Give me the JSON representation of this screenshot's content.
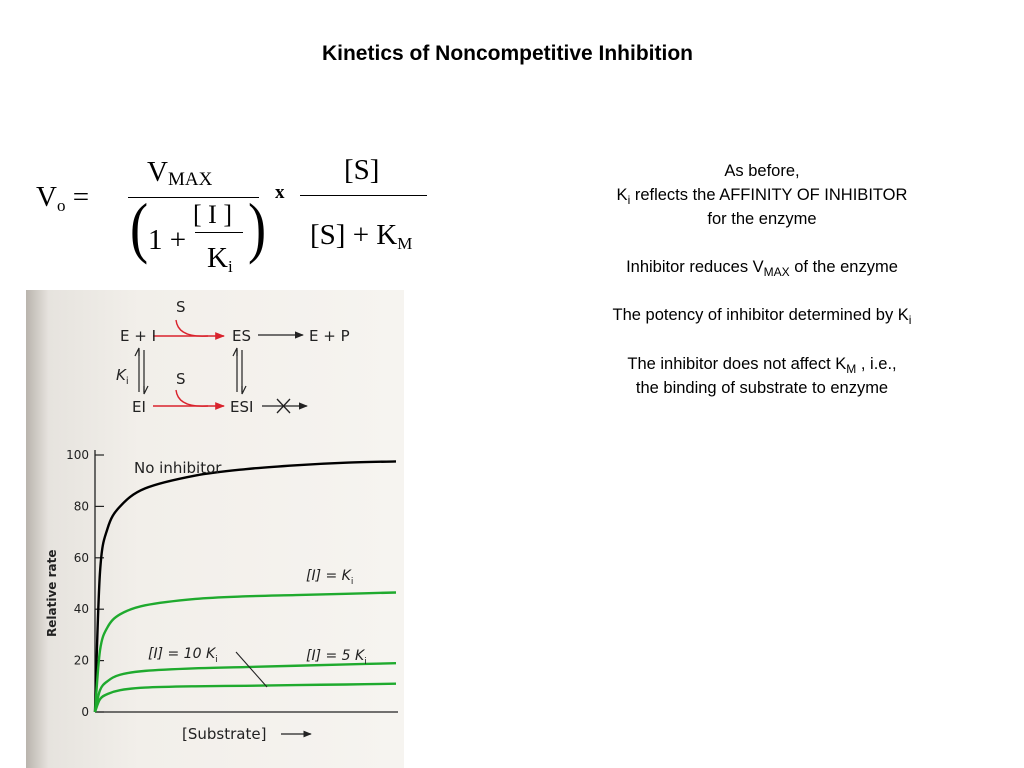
{
  "title": "Kinetics of Noncompetitive Inhibition",
  "equation": {
    "v_letter": "V",
    "v_sub": "o",
    "equals": "=",
    "vmax_letter": "V",
    "vmax_sub": "MAX",
    "one_plus": "1 +",
    "inhibitor": "[ I ]",
    "ki_letter": "K",
    "ki_sub": "i",
    "times": "x",
    "substrate": "[S]",
    "denominator_text": "[S] + K",
    "km_sub": "M",
    "open_paren": "(",
    "close_paren": ")"
  },
  "notes": {
    "line1": "As before,",
    "line2_k": "K",
    "line2_sub": "i",
    "line2_rest": " reflects the AFFINITY OF INHIBITOR",
    "line3": "for the enzyme",
    "p2_text": "Inhibitor reduces V",
    "p2_sub": "MAX",
    "p2_rest": " of the enzyme",
    "p3_text": "The potency of inhibitor determined by K",
    "p3_sub": "i",
    "p4_text": "The inhibitor does not affect K",
    "p4_sub": "M",
    "p4_rest": " , i.e.,",
    "p4_line2": "the binding of substrate to enzyme"
  },
  "scheme": {
    "s_top": "S",
    "e_plus_i": "E + I",
    "es": "ES",
    "e_plus_p": "E + P",
    "ki_letter": "K",
    "ki_sub": "i",
    "s_bottom": "S",
    "ei": "EI",
    "esi": "ESI"
  },
  "colors": {
    "no_inhibitor": "#000000",
    "inhibited": "#1faa2e",
    "arrow_red": "#d9232d",
    "page_bg": "#ffffff",
    "scan_bg": "#f2efea"
  },
  "chart_data": {
    "type": "line",
    "title": "",
    "xlabel": "[Substrate]",
    "ylabel": "Relative rate",
    "ylim": [
      0,
      100
    ],
    "yticks": [
      "0",
      "20",
      "40",
      "60",
      "80",
      "100"
    ],
    "x": [
      0,
      0.1,
      0.25,
      0.5,
      1,
      2,
      3,
      4,
      5,
      6
    ],
    "series": [
      {
        "name": "No inhibitor",
        "values": [
          0,
          54.5,
          71.4,
          80.0,
          87.0,
          92.0,
          94.5,
          96.0,
          97.0,
          97.5
        ]
      },
      {
        "name": "[I] = K",
        "name_sub": "i",
        "values": [
          0,
          24.0,
          33.0,
          38.0,
          41.5,
          44.0,
          45.0,
          45.5,
          46.0,
          46.5
        ]
      },
      {
        "name": "[I] = 5 K",
        "name_sub": "i",
        "values": [
          0,
          8.5,
          12.0,
          14.5,
          16.0,
          17.0,
          17.5,
          18.0,
          18.5,
          19.0
        ]
      },
      {
        "name": "[I] = 10 K",
        "name_sub": "i",
        "values": [
          0,
          5.0,
          7.0,
          8.5,
          9.5,
          10.0,
          10.2,
          10.5,
          10.7,
          11.0
        ]
      }
    ]
  }
}
